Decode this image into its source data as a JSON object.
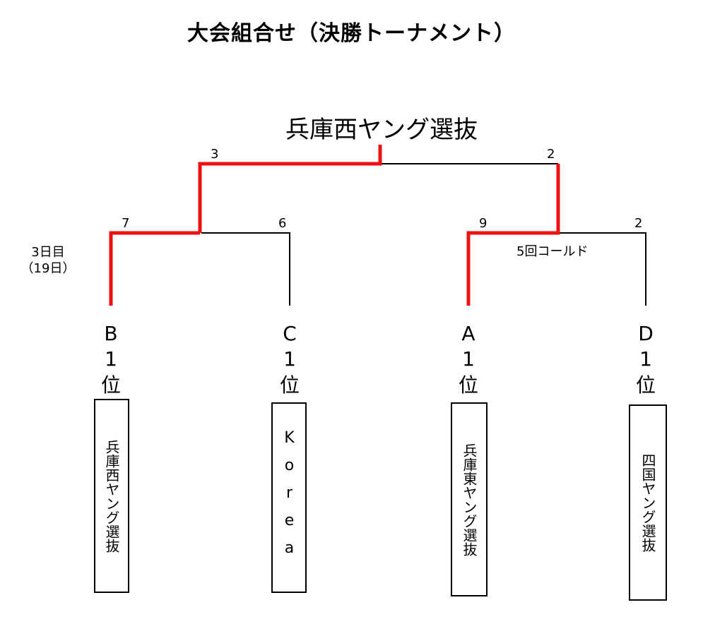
{
  "title": "大会組合せ（決勝トーナメント）",
  "winner": "兵庫西ヤング選抜",
  "colors": {
    "winning_path": "#ee1111",
    "line": "#000000"
  },
  "scores": {
    "final_left": "3",
    "final_right": "2",
    "semi_left_a": "7",
    "semi_left_b": "6",
    "semi_right_a": "9",
    "semi_right_b": "2"
  },
  "notes": {
    "day_label_line1": "3日目",
    "day_label_line2": "（19日）",
    "called_game": "5回コールド"
  },
  "teams": [
    {
      "seed_group": "B",
      "seed_rank": "1",
      "seed_suffix": "位",
      "name": "兵庫西ヤング選抜"
    },
    {
      "seed_group": "C",
      "seed_rank": "1",
      "seed_suffix": "位",
      "name": "Korea"
    },
    {
      "seed_group": "A",
      "seed_rank": "1",
      "seed_suffix": "位",
      "name": "兵庫東ヤング選抜"
    },
    {
      "seed_group": "D",
      "seed_rank": "1",
      "seed_suffix": "位",
      "name": "四国ヤング選抜"
    }
  ]
}
